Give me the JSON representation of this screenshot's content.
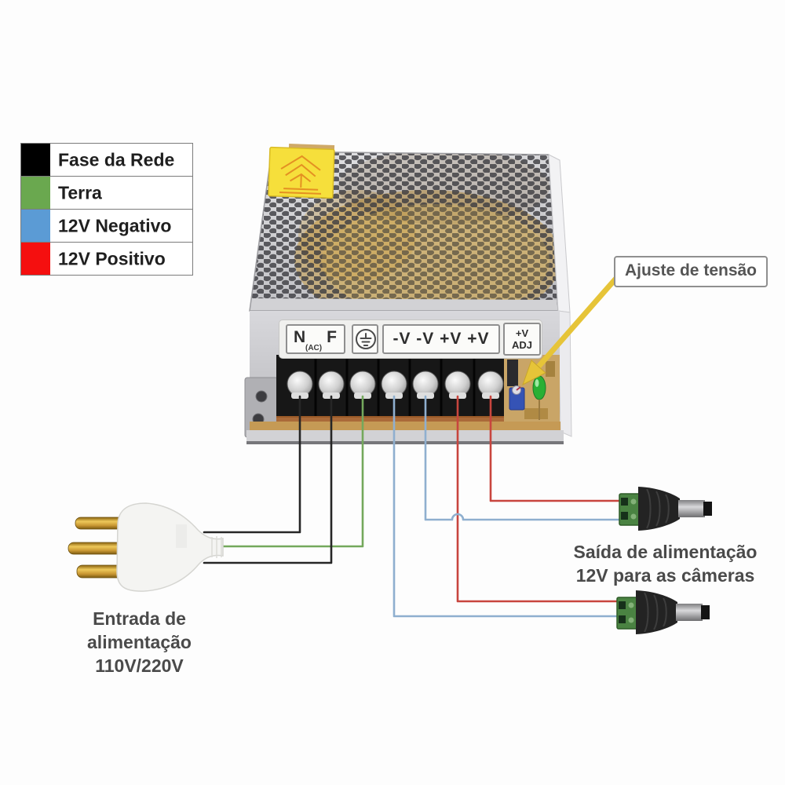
{
  "legend": {
    "items": [
      {
        "label": "Fase da Rede",
        "color": "#000000"
      },
      {
        "label": "Terra",
        "color": "#6aa84f"
      },
      {
        "label": "12V Negativo",
        "color": "#5b9bd5"
      },
      {
        "label": "12V Positivo",
        "color": "#f50f0f"
      }
    ]
  },
  "psu": {
    "terminal_strip": {
      "neutral": "N",
      "ac": "(AC)",
      "phase": "F",
      "dc_terminals": "-V -V +V +V",
      "adj_line1": "+V",
      "adj_line2": "ADJ"
    }
  },
  "callout": {
    "voltage_adjust": "Ajuste de tensão"
  },
  "captions": {
    "input_line1": "Entrada de alimentação",
    "input_line2": "110V/220V",
    "output_line1": "Saída de alimentação",
    "output_line2": "12V para as câmeras"
  },
  "wires": [
    {
      "name": "neutral-to-plug",
      "color": "#262626"
    },
    {
      "name": "phase-to-plug",
      "color": "#262626"
    },
    {
      "name": "earth-to-plug",
      "color": "#74a85c"
    },
    {
      "name": "negative-to-lower-connector",
      "color": "#8fafcf"
    },
    {
      "name": "negative-to-upper-connector",
      "color": "#8fafcf"
    },
    {
      "name": "positive-to-lower-connector",
      "color": "#c8453e"
    },
    {
      "name": "positive-to-upper-connector",
      "color": "#c8453e"
    }
  ]
}
